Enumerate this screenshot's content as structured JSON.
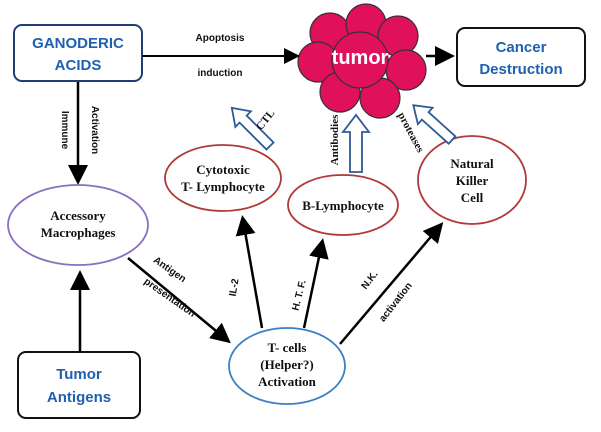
{
  "nodes": {
    "ganoderic_acids": [
      "GANODERIC",
      "ACIDS"
    ],
    "tumor": "tumor",
    "cancer_destruction": [
      "Cancer",
      "Destruction"
    ],
    "accessory_macrophages": [
      "Accessory",
      "Macrophages"
    ],
    "cytotoxic": [
      "Cytotoxic",
      "T- Lymphocyte"
    ],
    "b_lymphocyte": "B-Lymphocyte",
    "nk_cell": [
      "Natural",
      "Killer",
      "Cell"
    ],
    "tumor_antigens": [
      "Tumor",
      "Antigens"
    ],
    "t_cells": [
      "T- cells",
      "(Helper?)",
      "Activation"
    ]
  },
  "edges": {
    "apoptosis": [
      "Apoptosis",
      "induction"
    ],
    "immune_activation": [
      "Immune",
      "Activation"
    ],
    "ctl": "CTL",
    "antibodies": "Antibodies",
    "proteases": "proteases",
    "antigen_presentation": [
      "Antigen",
      "presentation"
    ],
    "il2": "IL-2",
    "htf": "H. T. F.",
    "nk_activation": [
      "N.K.",
      "activation"
    ]
  },
  "colors": {
    "title_blue": "#2060b0",
    "dark_blue_border": "#1f3f75",
    "red_ellipse": "#b03a3a",
    "purple_ellipse": "#8a6fbf",
    "blue_ellipse": "#3d7fc4",
    "tumor_fill": "#e0105a",
    "hollow_arrow": "#2e5a96"
  }
}
